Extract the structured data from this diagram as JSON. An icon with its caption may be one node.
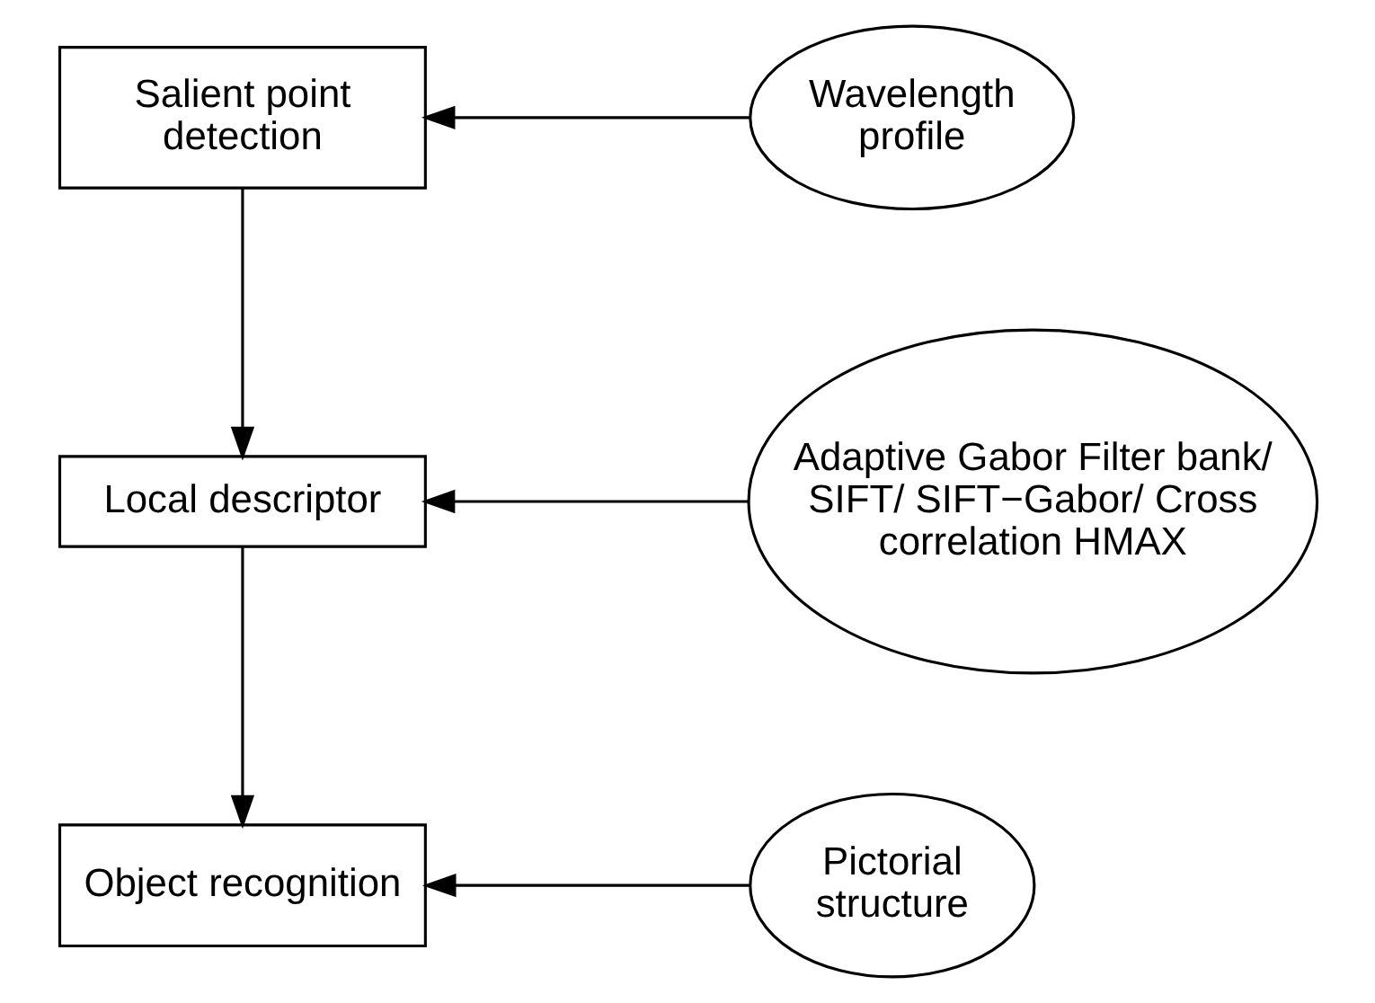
{
  "diagram": {
    "nodes": [
      {
        "text": [
          "Salient point detection"
        ]
      },
      {
        "text": [
          "Wavelength profile"
        ]
      },
      {
        "text": [
          "Local descriptor"
        ]
      },
      {
        "text": [
          "Adaptive Gabor Filter bank/ SIFT/ SIFT−Gabor/ Cross correlation HMAX"
        ]
      },
      {
        "text": [
          "Object recognition"
        ]
      },
      {
        "text": [
          "Pictorial structure"
        ]
      }
    ],
    "edges": [
      {
        "from": 1,
        "to": 0,
        "arrow": "to"
      },
      {
        "from": 0,
        "to": 2,
        "arrow": "to"
      },
      {
        "from": 3,
        "to": 2,
        "arrow": "to"
      },
      {
        "from": 2,
        "to": 4,
        "arrow": "to"
      },
      {
        "from": 5,
        "to": 4,
        "arrow": "to"
      }
    ]
  }
}
